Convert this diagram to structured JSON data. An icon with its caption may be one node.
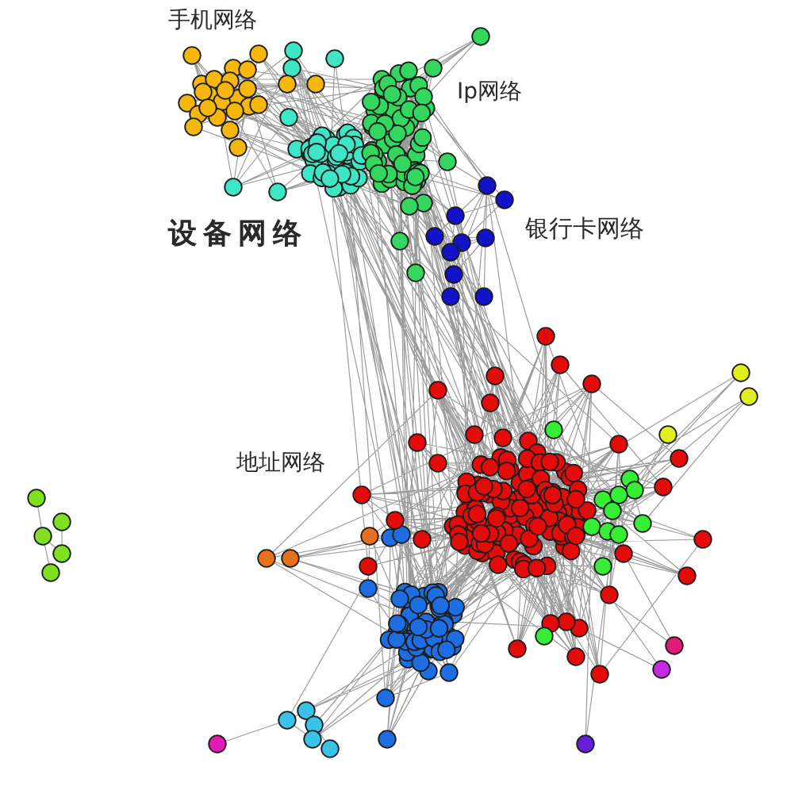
{
  "diagram": {
    "labels": [
      "手机网络",
      "Ip网络",
      "设备网络",
      "银行卡网络",
      "地址网络"
    ]
  }
}
